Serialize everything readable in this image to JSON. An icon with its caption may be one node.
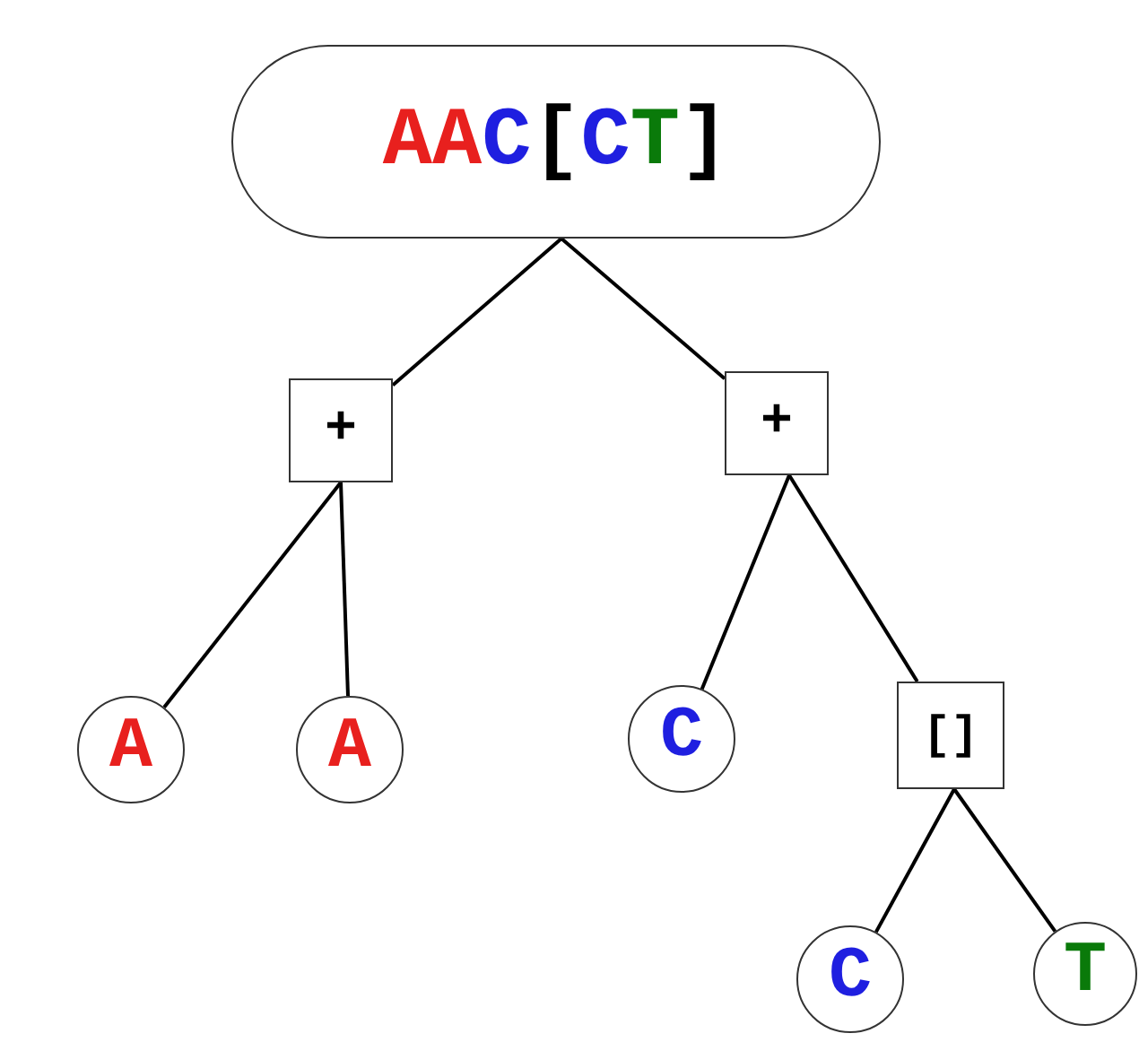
{
  "diagram": {
    "nodes": [
      {
        "text": [
          "AAC[CT]"
        ]
      },
      {
        "text": [
          "+"
        ]
      },
      {
        "text": [
          "A"
        ]
      },
      {
        "text": [
          "A"
        ]
      },
      {
        "text": [
          "+"
        ]
      },
      {
        "text": [
          "C"
        ]
      },
      {
        "text": [
          "[]"
        ]
      },
      {
        "text": [
          "C"
        ]
      },
      {
        "text": [
          "T"
        ]
      }
    ],
    "edges": [
      {
        "from": 0,
        "to": 1,
        "arrow": "none"
      },
      {
        "from": 0,
        "to": 4,
        "arrow": "none"
      },
      {
        "from": 1,
        "to": 2,
        "arrow": "none"
      },
      {
        "from": 1,
        "to": 3,
        "arrow": "none"
      },
      {
        "from": 4,
        "to": 5,
        "arrow": "none"
      },
      {
        "from": 4,
        "to": 6,
        "arrow": "none"
      },
      {
        "from": 6,
        "to": 7,
        "arrow": "none"
      },
      {
        "from": 6,
        "to": 8,
        "arrow": "none"
      }
    ]
  }
}
